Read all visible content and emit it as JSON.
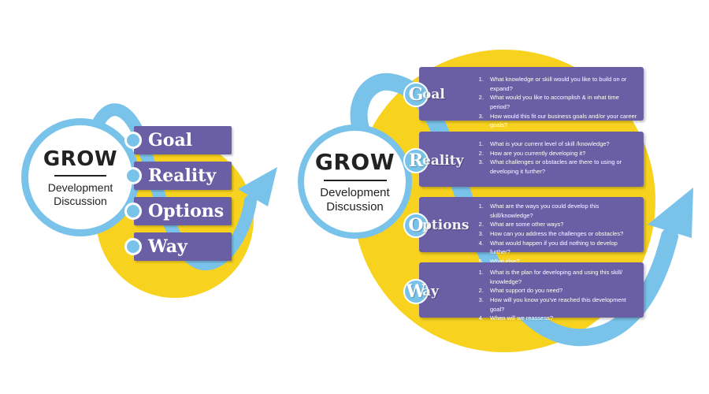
{
  "colors": {
    "accent_blue": "#79c3ea",
    "accent_yellow": "#f7d21e",
    "card_purple": "#6a5ea4"
  },
  "small": {
    "title": "GROW",
    "subtitle_line1": "Development",
    "subtitle_line2": "Discussion",
    "steps": [
      {
        "label": "Goal"
      },
      {
        "label": "Reality"
      },
      {
        "label": "Options"
      },
      {
        "label": "Way"
      }
    ]
  },
  "large": {
    "title": "GROW",
    "subtitle_line1": "Development",
    "subtitle_line2": "Discussion",
    "steps": [
      {
        "initial": "G",
        "rest": "oal",
        "questions": [
          "What knowledge or skill would you like to build on or expand?",
          "What would you like to accomplish & in what time period?",
          "How would this fit our business goals and/or your career goals?"
        ]
      },
      {
        "initial": "R",
        "rest": "eality",
        "questions": [
          "What is your current level of skill /knowledge?",
          "How are you currently developing it?",
          "What challenges or obstacles are there to using or developing it further?"
        ]
      },
      {
        "initial": "O",
        "rest": "ptions",
        "questions": [
          "What are the ways you could develop this skill/knowledge?",
          "What are some other ways?",
          "How can you address the challenges or obstacles?",
          "What would happen if you did nothing to develop further?",
          "What else?"
        ]
      },
      {
        "initial": "W",
        "rest": "ay",
        "questions": [
          "What is the plan for developing and using this skill/ knowledge?",
          "What support do you need?",
          "How will you know you've reached this development goal?",
          "When will we reassess?"
        ]
      }
    ]
  }
}
